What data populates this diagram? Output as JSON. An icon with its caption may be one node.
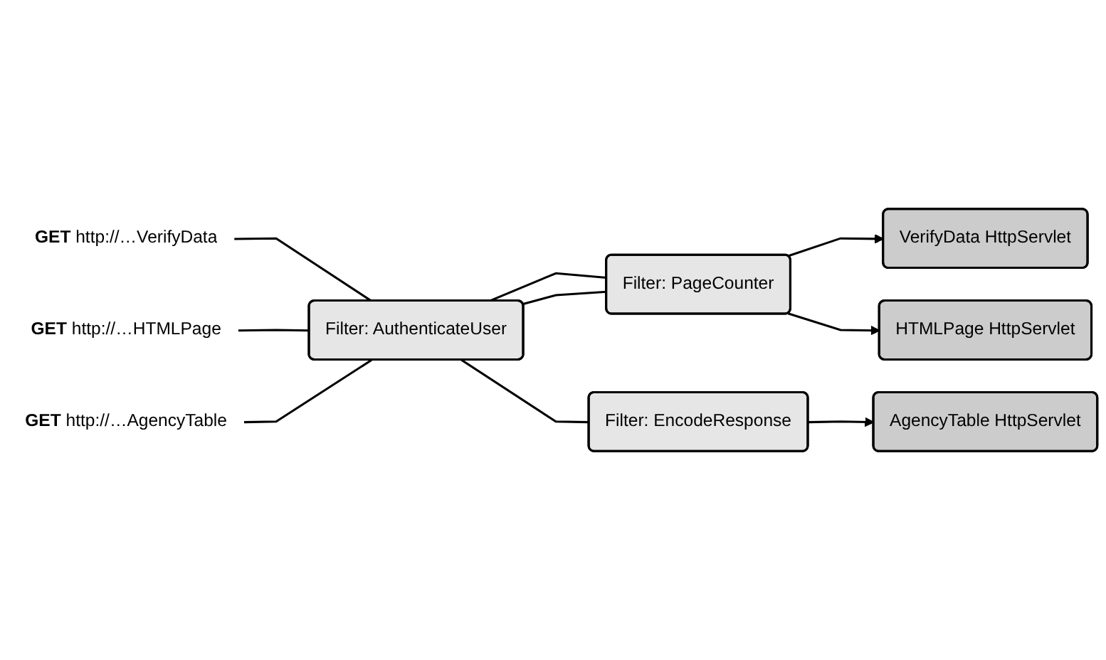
{
  "diagram": {
    "nodes": [
      {
        "text": [
          "**GET** http://…VerifyData"
        ]
      },
      {
        "text": [
          "Filter: AuthenticateUser"
        ]
      },
      {
        "text": [
          "Filter: PageCounter"
        ]
      },
      {
        "text": [
          "VerifyData HttpServlet"
        ]
      },
      {
        "text": [
          "**GET** http://…HTMLPage"
        ]
      },
      {
        "text": [
          "HTMLPage HttpServlet"
        ]
      },
      {
        "text": [
          "**GET** http://…AgencyTable"
        ]
      },
      {
        "text": [
          "Filter: EncodeResponse"
        ]
      },
      {
        "text": [
          "AgencyTable HttpServlet"
        ]
      }
    ],
    "edges": [
      {
        "from": 0,
        "to": 1,
        "arrow": "none"
      },
      {
        "from": 1,
        "to": 2,
        "arrow": "none"
      },
      {
        "from": 2,
        "to": 3,
        "arrow": "to"
      },
      {
        "from": 4,
        "to": 1,
        "arrow": "none"
      },
      {
        "from": 1,
        "to": 2,
        "arrow": "none"
      },
      {
        "from": 2,
        "to": 5,
        "arrow": "to"
      },
      {
        "from": 6,
        "to": 1,
        "arrow": "none"
      },
      {
        "from": 1,
        "to": 7,
        "arrow": "none"
      },
      {
        "from": 7,
        "to": 8,
        "arrow": "to"
      }
    ]
  }
}
